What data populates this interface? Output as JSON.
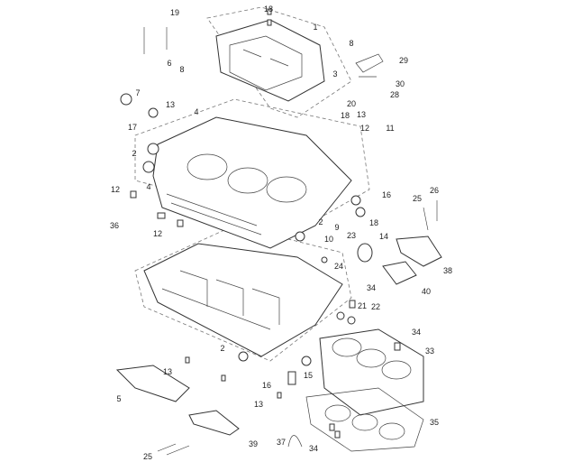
{
  "diagram": {
    "title": "Crankcase exploded parts diagram",
    "callouts": [
      "19",
      "18",
      "1",
      "8",
      "6",
      "8",
      "3",
      "29",
      "30",
      "28",
      "7",
      "13",
      "20",
      "4",
      "18",
      "13",
      "17",
      "12",
      "11",
      "2",
      "4",
      "16",
      "12",
      "25",
      "26",
      "36",
      "12",
      "2",
      "9",
      "10",
      "18",
      "23",
      "14",
      "24",
      "38",
      "40",
      "34",
      "21",
      "22",
      "2",
      "34",
      "13",
      "33",
      "15",
      "5",
      "16",
      "13",
      "39",
      "35",
      "37",
      "34",
      "25"
    ]
  }
}
